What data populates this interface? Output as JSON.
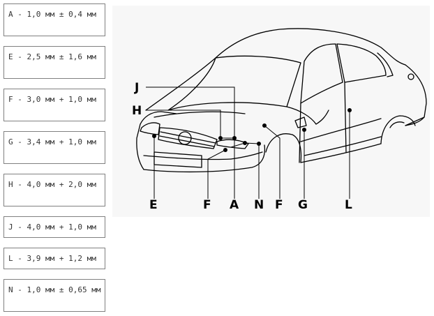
{
  "legend": [
    {
      "letter": "A",
      "text": "A - 1,0 мм ± 0,4 мм"
    },
    {
      "letter": "E",
      "text": "E - 2,5 мм ± 1,6 мм"
    },
    {
      "letter": "F",
      "text": "F - 3,0 мм + 1,0 мм"
    },
    {
      "letter": "G",
      "text": "G - 3,4 мм + 1,0 мм"
    },
    {
      "letter": "H",
      "text": "H - 4,0 мм + 2,0 мм"
    },
    {
      "letter": "J",
      "text": "J - 4,0 мм + 1,0 мм"
    },
    {
      "letter": "L",
      "text": "L - 3,9 мм + 1,2 мм"
    },
    {
      "letter": "N",
      "text": "N - 1,0 мм ± 0,65 мм"
    }
  ],
  "callouts": {
    "J": "J",
    "H": "H",
    "E": "E",
    "F1": "F",
    "A": "A",
    "N": "N",
    "F2": "F",
    "G": "G",
    "L": "L"
  }
}
